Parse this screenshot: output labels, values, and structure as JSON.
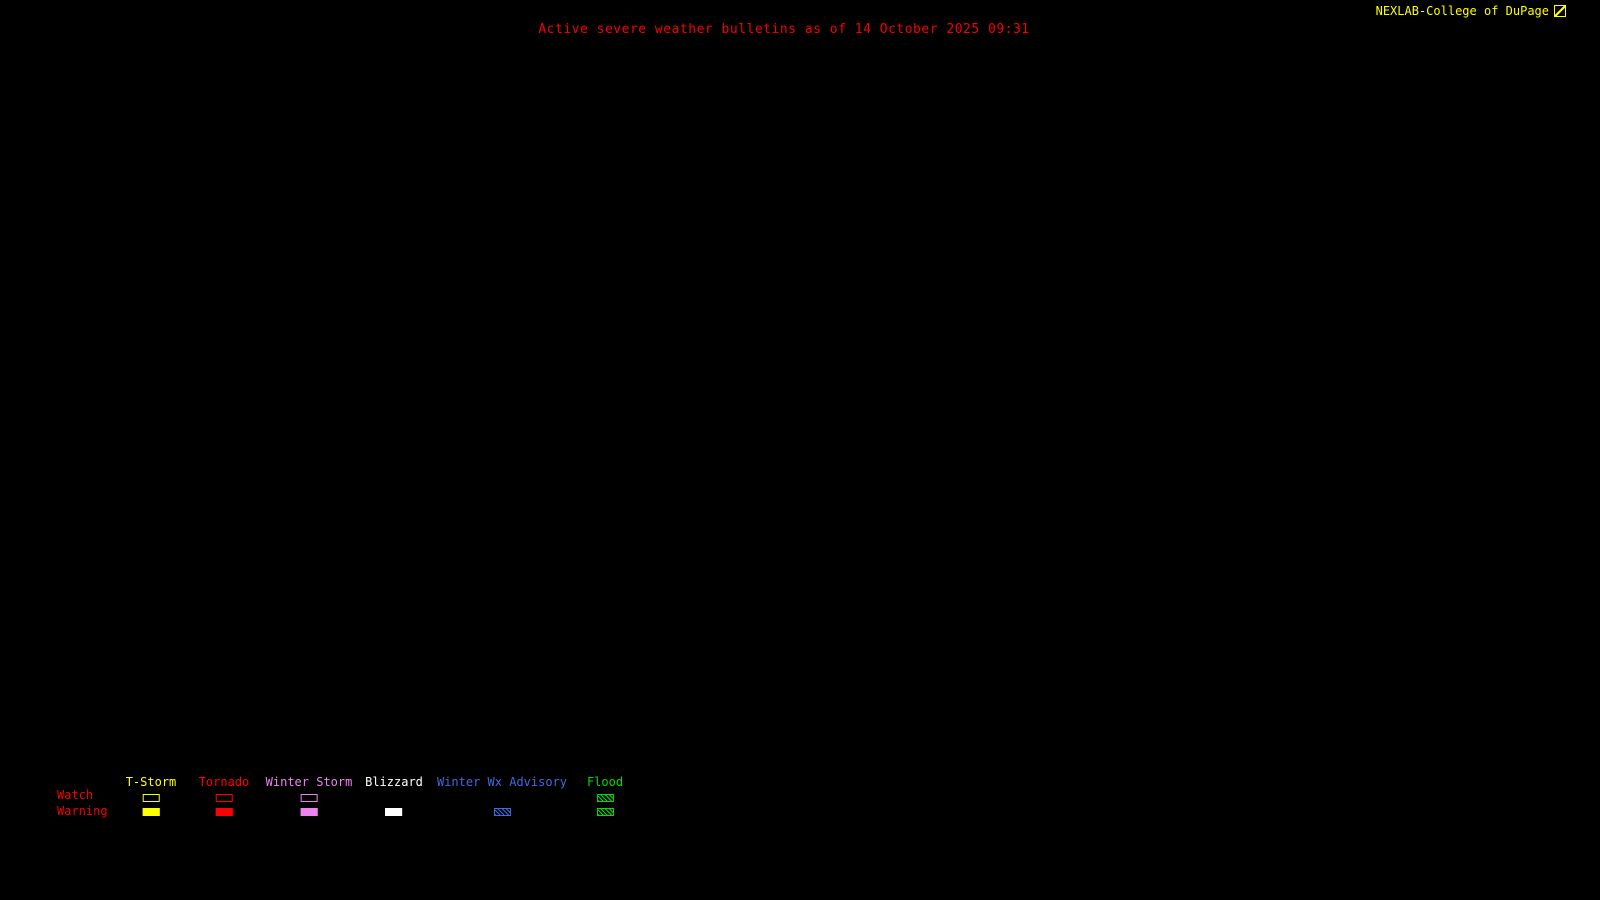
{
  "header": {
    "brand": "NEXLAB-College of DuPage",
    "title": "Active severe weather bulletins as of 14 October 2025 09:31"
  },
  "colors": {
    "background": "#000000",
    "title": "#f60000",
    "brand": "#ffff00",
    "row_label": "#f60000"
  },
  "legend": {
    "row_labels": {
      "watch": "Watch",
      "warning": "Warning"
    },
    "columns": [
      {
        "label": "T-Storm",
        "color": "#ffff00",
        "watch": "outline",
        "warning": "fill"
      },
      {
        "label": "Tornado",
        "color": "#ff0000",
        "watch": "outline",
        "warning": "fill"
      },
      {
        "label": "Winter Storm",
        "color": "#ee82ee",
        "watch": "outline",
        "warning": "fill"
      },
      {
        "label": "Blizzard",
        "color": "#ffffff",
        "watch": "none",
        "warning": "fill"
      },
      {
        "label": "Winter Wx Advisory",
        "color": "#4169e1",
        "watch": "none",
        "warning": "hatch"
      },
      {
        "label": "Flood",
        "color": "#00dd00",
        "watch": "hatch",
        "warning": "hatch"
      }
    ]
  }
}
